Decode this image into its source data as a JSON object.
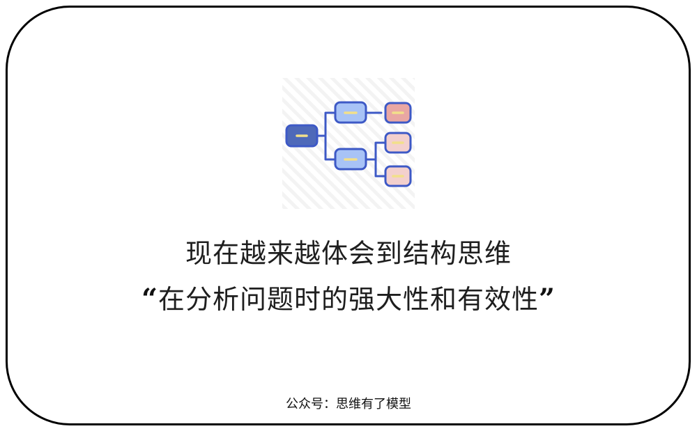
{
  "card": {
    "border_color": "#000000"
  },
  "illustration": {
    "icon": "mind-map-tree-icon",
    "colors": {
      "outline": "#3d59c6",
      "root_fill": "#4e69b9",
      "middle_fill": "#a8c3f6",
      "accent_leaf_fill": "#e9a7a3",
      "leaf_fill": "#f3d0cd",
      "dash": "#f2e08a",
      "hatch": "#f3f3f3"
    },
    "nodes": [
      {
        "id": "root",
        "level": 0
      },
      {
        "id": "branch-top",
        "level": 1
      },
      {
        "id": "branch-bottom",
        "level": 1
      },
      {
        "id": "leaf-top",
        "level": 2
      },
      {
        "id": "leaf-middle",
        "level": 2
      },
      {
        "id": "leaf-bottom",
        "level": 2
      }
    ]
  },
  "headline": {
    "line1": "现在越来越体会到结构思维",
    "line2_open_quote": "“",
    "line2_text": "在分析问题时的强大性和有效性",
    "line2_close_quote": "”"
  },
  "footer": {
    "text": "公众号：思维有了模型"
  }
}
